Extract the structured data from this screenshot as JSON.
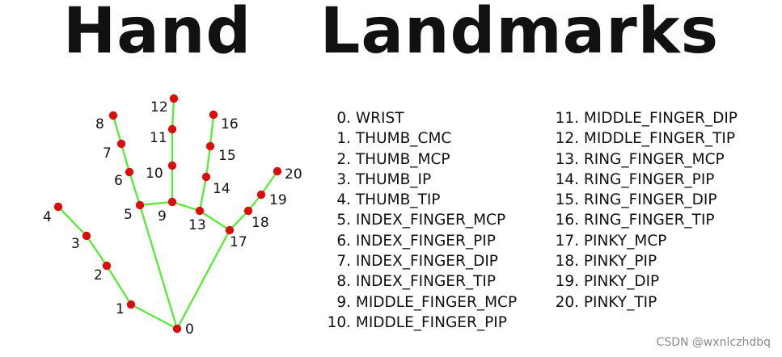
{
  "title": "Hand   Landmarks",
  "colors": {
    "connection": "#5eea3c",
    "landmark": "#d90f0f",
    "text": "#111111"
  },
  "landmarks": [
    {
      "id": 0,
      "label": "0",
      "name": "WRIST"
    },
    {
      "id": 1,
      "label": "1",
      "name": "THUMB_CMC"
    },
    {
      "id": 2,
      "label": "2",
      "name": "THUMB_MCP"
    },
    {
      "id": 3,
      "label": "3",
      "name": "THUMB_IP"
    },
    {
      "id": 4,
      "label": "4",
      "name": "THUMB_TIP"
    },
    {
      "id": 5,
      "label": "5",
      "name": "INDEX_FINGER_MCP"
    },
    {
      "id": 6,
      "label": "6",
      "name": "INDEX_FINGER_PIP"
    },
    {
      "id": 7,
      "label": "7",
      "name": "INDEX_FINGER_DIP"
    },
    {
      "id": 8,
      "label": "8",
      "name": "INDEX_FINGER_TIP"
    },
    {
      "id": 9,
      "label": "9",
      "name": "MIDDLE_FINGER_MCP"
    },
    {
      "id": 10,
      "label": "10",
      "name": "MIDDLE_FINGER_PIP"
    },
    {
      "id": 11,
      "label": "11",
      "name": "MIDDLE_FINGER_DIP"
    },
    {
      "id": 12,
      "label": "12",
      "name": "MIDDLE_FINGER_TIP"
    },
    {
      "id": 13,
      "label": "13",
      "name": "RING_FINGER_MCP"
    },
    {
      "id": 14,
      "label": "14",
      "name": "RING_FINGER_PIP"
    },
    {
      "id": 15,
      "label": "15",
      "name": "RING_FINGER_DIP"
    },
    {
      "id": 16,
      "label": "16",
      "name": "RING_FINGER_TIP"
    },
    {
      "id": 17,
      "label": "17",
      "name": "PINKY_MCP"
    },
    {
      "id": 18,
      "label": "18",
      "name": "PINKY_PIP"
    },
    {
      "id": 19,
      "label": "19",
      "name": "PINKY_DIP"
    },
    {
      "id": 20,
      "label": "20",
      "name": "PINKY_TIP"
    }
  ],
  "connections": [
    [
      0,
      1
    ],
    [
      1,
      2
    ],
    [
      2,
      3
    ],
    [
      3,
      4
    ],
    [
      0,
      5
    ],
    [
      5,
      6
    ],
    [
      6,
      7
    ],
    [
      7,
      8
    ],
    [
      5,
      9
    ],
    [
      9,
      10
    ],
    [
      10,
      11
    ],
    [
      11,
      12
    ],
    [
      9,
      13
    ],
    [
      13,
      14
    ],
    [
      14,
      15
    ],
    [
      15,
      16
    ],
    [
      13,
      17
    ],
    [
      17,
      18
    ],
    [
      18,
      19
    ],
    [
      19,
      20
    ],
    [
      0,
      17
    ]
  ],
  "watermark": "CSDN @wxnlczhdbq"
}
